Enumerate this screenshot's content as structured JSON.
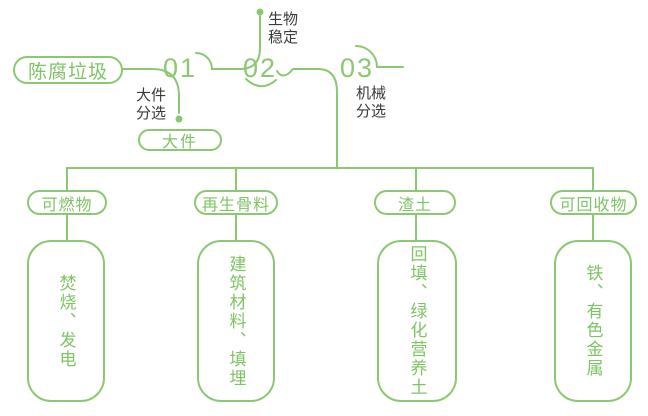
{
  "colors": {
    "accent_green": "#8cc873",
    "text_green": "#7ec463",
    "label_dark": "#3a3a3a"
  },
  "flow": {
    "source_label": "陈腐垃圾",
    "steps": [
      {
        "number": "01",
        "process_lines": [
          "大件",
          "分选"
        ],
        "output_label": "大件"
      },
      {
        "number": "02",
        "process_lines": [
          "生物",
          "稳定"
        ]
      },
      {
        "number": "03",
        "process_lines": [
          "机械",
          "分选"
        ]
      }
    ]
  },
  "outputs": [
    {
      "category": "可燃物",
      "result": "焚烧、发电"
    },
    {
      "category": "再生骨料",
      "result": "建筑材料、填埋"
    },
    {
      "category": "渣土",
      "result": "回填、绿化营养土"
    },
    {
      "category": "可回收物",
      "result": "铁、有色金属"
    }
  ]
}
